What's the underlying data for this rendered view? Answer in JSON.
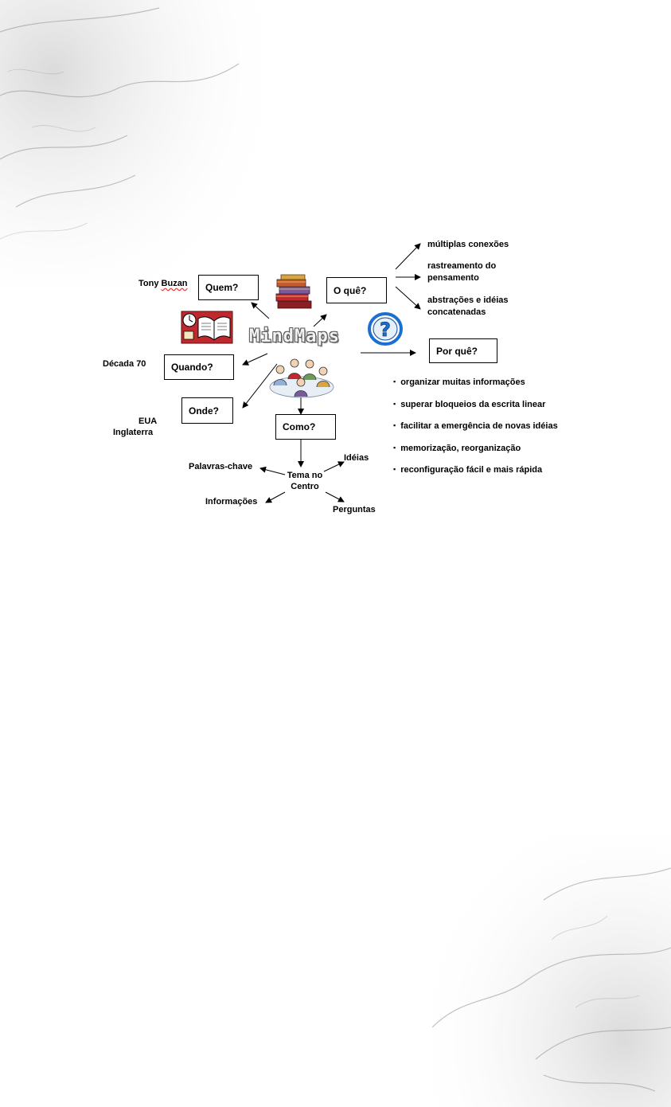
{
  "title": "MindMaps",
  "central_person": {
    "first": "Tony",
    "last": "Buzan"
  },
  "boxes": {
    "quem": "Quem?",
    "oque": "O quê?",
    "porque": "Por quê?",
    "quando": "Quando?",
    "onde": "Onde?",
    "como": "Como?"
  },
  "labels": {
    "decada": "Década 70",
    "eua": "EUA",
    "inglaterra": "Inglaterra",
    "multiplas": "múltiplas conexões",
    "rastreamento_1": "rastreamento do",
    "rastreamento_2": "pensamento",
    "abstracoes_1": "abstrações e idéias",
    "abstracoes_2": "concatenadas",
    "tema_1": "Tema no",
    "tema_2": "Centro",
    "palavras": "Palavras-chave",
    "ideias": "Idéias",
    "informacoes": "Informações",
    "perguntas": "Perguntas"
  },
  "porque_items": [
    "organizar muitas informações",
    "superar bloqueios da escrita linear",
    "facilitar a emergência de novas idéias",
    "memorização, reorganização",
    "reconfiguração fácil e mais rápida"
  ],
  "icons": [
    "books-icon",
    "question-mark-icon",
    "book-clock-icon",
    "people-group-icon"
  ],
  "colors": {
    "question_blue": "#1a6fd0",
    "book_red": "#c0282f",
    "map_gray": "#c8c8c8"
  }
}
